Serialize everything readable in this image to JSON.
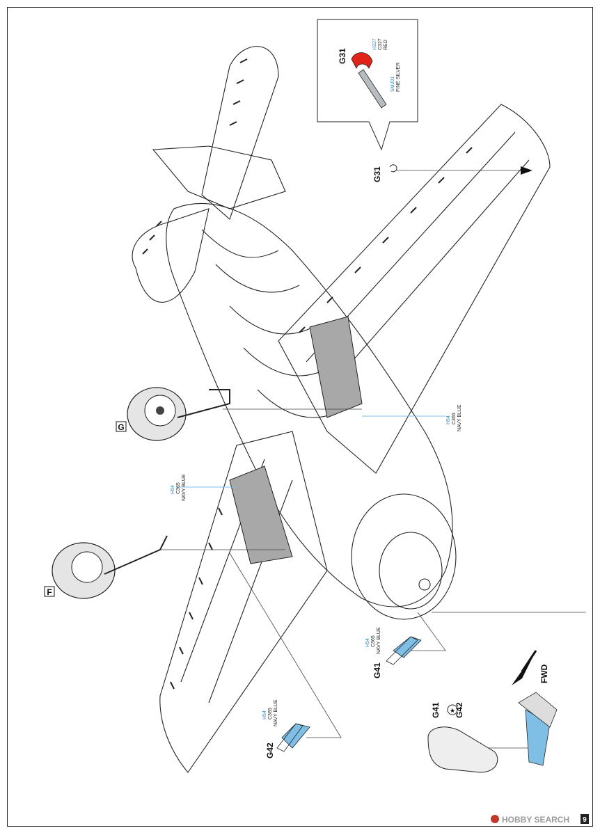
{
  "page_number": "9",
  "callouts": {
    "g31_top": "G31",
    "g31_red_codes": [
      "H327",
      "C327",
      "RED"
    ],
    "g31_silver_codes": [
      "SM201",
      "FINE SILVER"
    ],
    "g31_bottom": "G31",
    "g_main": "H54",
    "g_main2": "C365",
    "g_main3": "NAVY BLUE",
    "f_main": "H54",
    "f_main2": "C365",
    "f_main3": "NAVY BLUE",
    "g41_c1": "H54",
    "g41_c2": "C365",
    "g41_c3": "NAVY BLUE",
    "g42_c1": "H54",
    "g42_c2": "C365",
    "g42_c3": "NAVY BLUE"
  },
  "labels": {
    "G": "G",
    "F": "F",
    "G41": "G41",
    "G42": "G42",
    "G41b": "G41",
    "G42b": "G42",
    "FWD": "FWD",
    "watermark": "HOBBY SEARCH"
  },
  "colors": {
    "red": "#e2231a",
    "silver": "#b8bcc0",
    "navy_blue": "#7fbfe6",
    "line": "#222222"
  }
}
